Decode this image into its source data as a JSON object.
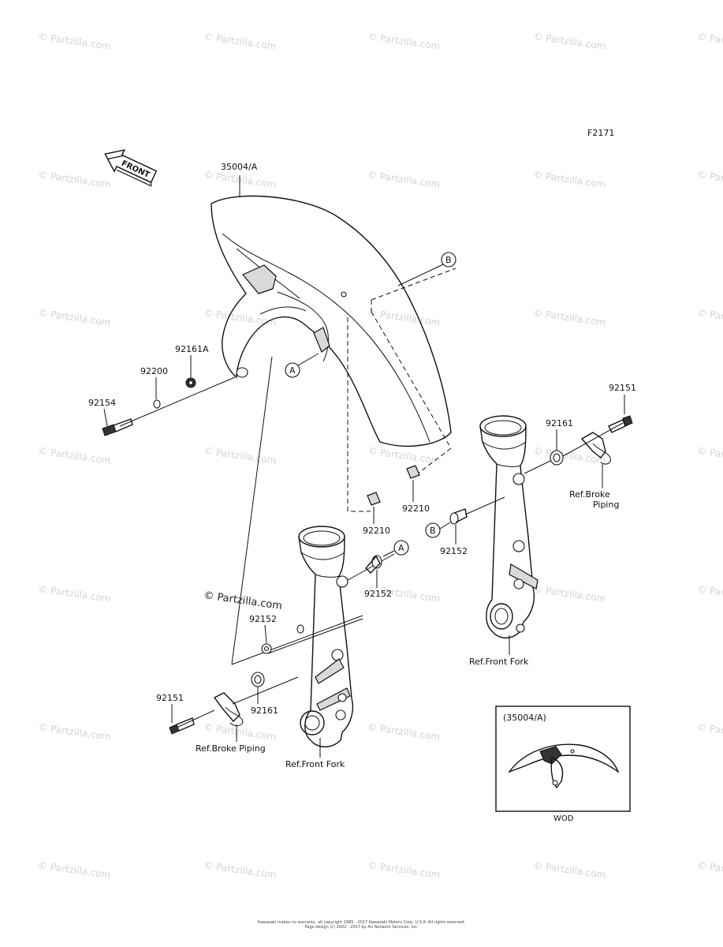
{
  "diagram": {
    "figure_code": "F2171",
    "front_arrow_label": "FRONT",
    "labels": {
      "fender": "35004/A",
      "bolt_92154": "92154",
      "washer_92200": "92200",
      "collar_92161a": "92161A",
      "nut_92210_right": "92210",
      "nut_92210_mid": "92210",
      "bolt_92152_right": "92152",
      "bolt_92152_left": "92152",
      "collar_92161_right": "92161",
      "collar_92161_left": "92161",
      "bolt_92151_right": "92151",
      "bolt_92151_left": "92151",
      "partial_92152": "92152",
      "ref_brake_piping_right_1": "Ref.Broke",
      "ref_brake_piping_right_2": "Piping",
      "ref_front_fork_right": "Ref.Front Fork",
      "ref_brake_piping_left": "Ref.Broke Piping",
      "ref_front_fork_left": "Ref.Front Fork"
    },
    "callouts": {
      "a_top": "A",
      "a_mid": "A",
      "b_top": "B",
      "b_mid": "B"
    },
    "inset": {
      "title": "(35004/A)",
      "caption": "WOD"
    },
    "watermark": "© Partzilla.com",
    "inline_watermark": "© Partzilla.com",
    "footer": {
      "line1": "Kawasaki makes no warranty, all copyright 1985 - 2017 Kawasaki Motors Corp. U.S.A. All rights reserved.",
      "line2": "Page design (c) 2002 - 2017 by Ari Network Services, Inc."
    }
  }
}
